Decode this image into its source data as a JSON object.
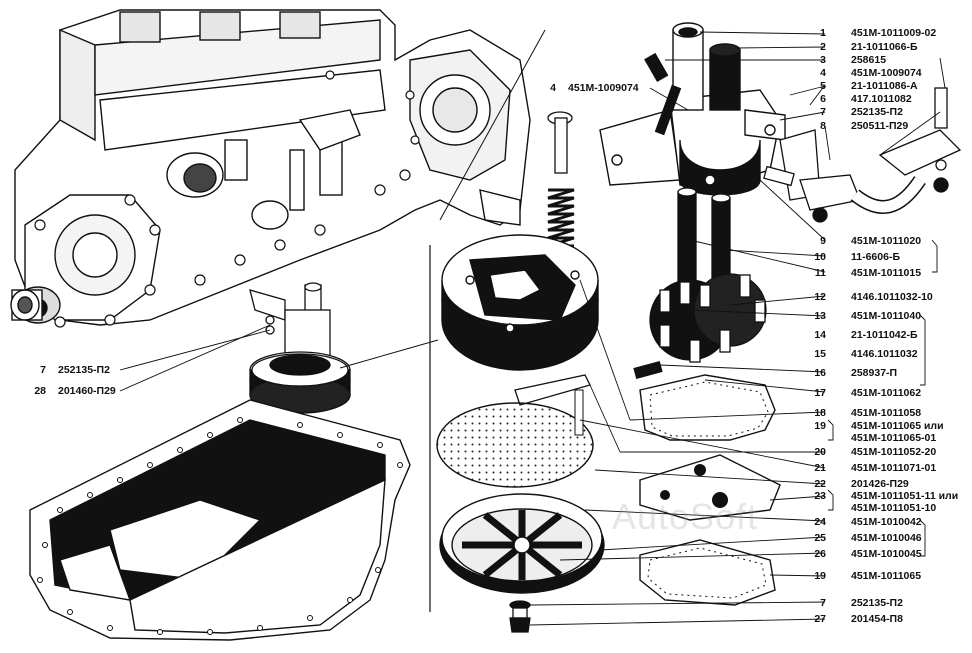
{
  "watermark": "AutoSoft",
  "callouts": [
    {
      "num": "1",
      "part": "451М-1011009-02"
    },
    {
      "num": "2",
      "part": "21-1011066-Б"
    },
    {
      "num": "3",
      "part": "258615"
    },
    {
      "num": "4",
      "part": "451М-1009074"
    },
    {
      "num": "5",
      "part": "21-1011086-А"
    },
    {
      "num": "6",
      "part": "417.1011082"
    },
    {
      "num": "7",
      "part": "252135-П2"
    },
    {
      "num": "8",
      "part": "250511-П29"
    },
    {
      "num": "9",
      "part": "451М-1011020"
    },
    {
      "num": "10",
      "part": "11-6606-Б"
    },
    {
      "num": "11",
      "part": "451М-1011015"
    },
    {
      "num": "12",
      "part": "4146.1011032-10"
    },
    {
      "num": "13",
      "part": "451М-1011040"
    },
    {
      "num": "14",
      "part": "21-1011042-Б"
    },
    {
      "num": "15",
      "part": "4146.1011032"
    },
    {
      "num": "16",
      "part": "258937-П"
    },
    {
      "num": "17",
      "part": "451М-1011062"
    },
    {
      "num": "18",
      "part": "451М-1011058"
    },
    {
      "num": "19",
      "part": "451М-1011065 или"
    },
    {
      "num": "",
      "part": "451М-1011065-01"
    },
    {
      "num": "20",
      "part": "451М-1011052-20"
    },
    {
      "num": "21",
      "part": "451М-1011071-01"
    },
    {
      "num": "22",
      "part": "201426-П29"
    },
    {
      "num": "23",
      "part": "451М-1011051-11 или"
    },
    {
      "num": "",
      "part": "451М-1011051-10"
    },
    {
      "num": "24",
      "part": "451М-1010042"
    },
    {
      "num": "25",
      "part": "451М-1010046"
    },
    {
      "num": "26",
      "part": "451М-1010045"
    },
    {
      "num": "19",
      "part": "451М-1011065"
    },
    {
      "num": "7",
      "part": "252135-П2"
    },
    {
      "num": "27",
      "part": "201454-П8"
    }
  ],
  "inline_callout": {
    "num": "4",
    "part": "451М-1009074"
  },
  "left_callouts": [
    {
      "num": "7",
      "part": "252135-П2"
    },
    {
      "num": "28",
      "part": "201460-П29"
    }
  ]
}
